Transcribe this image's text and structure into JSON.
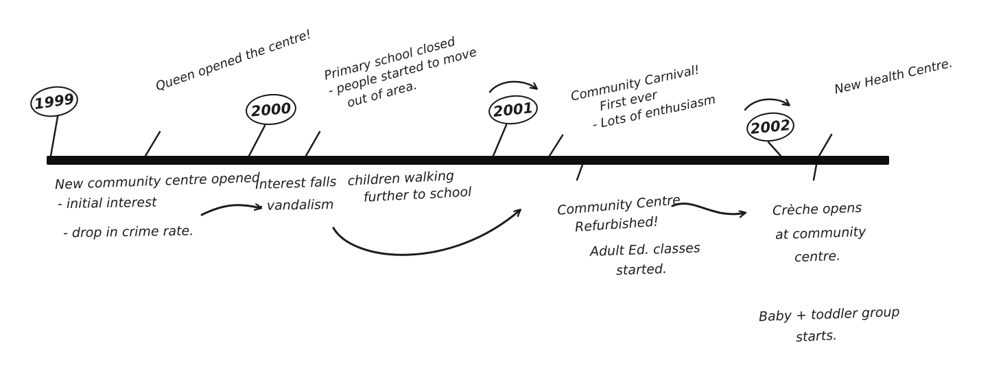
{
  "page": {
    "background": "#ffffff",
    "ink_color": "#1b1b1b"
  },
  "timeline": {
    "years": [
      "1999",
      "2000",
      "2001",
      "2002"
    ],
    "above": {
      "queen": "Queen opened the centre!",
      "school_l1": "Primary school closed",
      "school_l2": "- people started to move",
      "school_l3": "out of area.",
      "carnival_l1": "Community Carnival!",
      "carnival_l2": "First ever",
      "carnival_l3": "- Lots of enthusiasm",
      "health": "New Health Centre."
    },
    "below": {
      "opened_l1": "New community centre opened",
      "opened_l2": "- initial interest",
      "opened_l3": "- drop in crime rate.",
      "interest_l1": "Interest falls",
      "interest_l2": "- vandalism",
      "children_l1": "children walking",
      "children_l2": "further to school",
      "refurb_l1": "Community Centre",
      "refurb_l2": "Refurbished!",
      "refurb_l3": "Adult Ed. classes",
      "refurb_l4": "started.",
      "creche_l1": "Crèche opens",
      "creche_l2": "at community",
      "creche_l3": "centre.",
      "baby_l1": "Baby + toddler group",
      "baby_l2": "starts."
    }
  }
}
